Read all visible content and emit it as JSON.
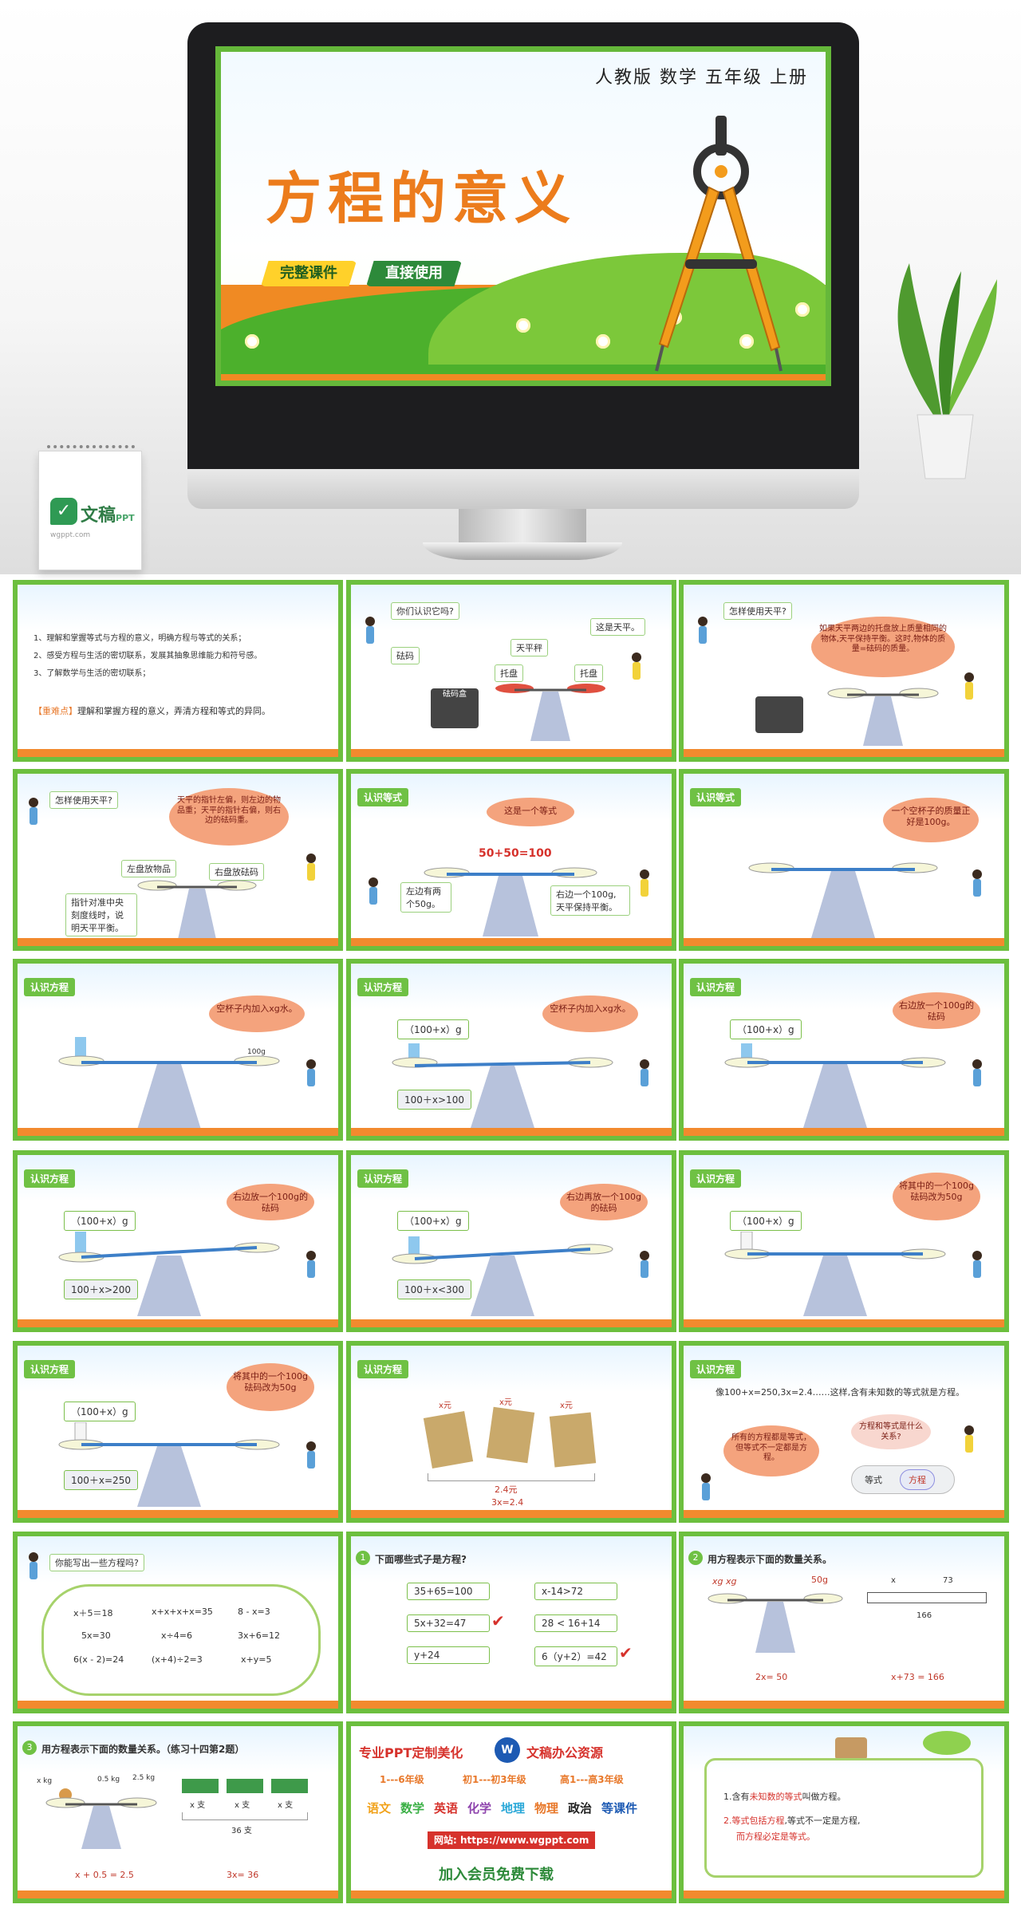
{
  "hero": {
    "subtitle": "人教版  数学  五年级  上册",
    "title": "方程的意义",
    "badge_complete": "完整课件",
    "badge_direct": "直接使用",
    "calendar_brand": "文稿",
    "calendar_brand_suffix": "PPT",
    "calendar_url": "wgppt.com"
  },
  "slides": {
    "s1": {
      "goal1": "1、理解和掌握等式与方程的意义，明确方程与等式的关系；",
      "goal2": "2、感受方程与生活的密切联系，发展其抽象思维能力和符号感。",
      "goal3": "3、了解数学与生活的密切联系；",
      "key_label": "【重难点】",
      "key_text": "理解和掌握方程的意义，弄清方程和等式的异同。"
    },
    "s2": {
      "question": "你们认识它吗?",
      "answer": "这是天平。",
      "weights": "砝码",
      "balance": "天平秤",
      "tray_left": "托盘",
      "tray_right": "托盘",
      "weight_box": "砝码盒"
    },
    "s3": {
      "question": "怎样使用天平?",
      "bubble": "如果天平两边的托盘放上质量相同的物体,天平保持平衡。这时,物体的质量=砝码的质量。"
    },
    "s4": {
      "question": "怎样使用天平?",
      "bubble": "天平的指针左偏，则左边的物品重；天平的指针右偏，则右边的砝码重。",
      "left_plate": "左盘放物品",
      "right_plate": "右盘放砝码",
      "pointer_note": "指针对准中央刻度线时，说明天平平衡。"
    },
    "s5": {
      "tag": "认识等式",
      "bubble": "这是一个等式",
      "equation": "50+50=100",
      "left_note": "左边有两个50g。",
      "right_note": "右边一个100g,天平保持平衡。"
    },
    "s6": {
      "tag": "认识等式",
      "bubble": "一个空杯子的质量正好是100g。"
    },
    "s7": {
      "tag": "认识方程",
      "bubble": "空杯子内加入xg水。",
      "weight": "100g"
    },
    "s8": {
      "tag": "认识方程",
      "cup": "（100+x）g",
      "bubble": "空杯子内加入xg水。",
      "result": "100＋x>100"
    },
    "s9": {
      "tag": "认识方程",
      "cup": "（100+x）g",
      "bubble": "右边放一个100g的砝码"
    },
    "s10": {
      "tag": "认识方程",
      "cup": "（100+x）g",
      "bubble": "右边放一个100g的砝码",
      "result": "100＋x>200"
    },
    "s11": {
      "tag": "认识方程",
      "cup": "（100+x）g",
      "bubble": "右边再放一个100g的砝码",
      "result": "100＋x<300"
    },
    "s12": {
      "tag": "认识方程",
      "cup": "（100+x）g",
      "bubble": "将其中的一个100g砝码改为50g"
    },
    "s13": {
      "tag": "认识方程",
      "cup": "（100+x）g",
      "bubble": "将其中的一个100g砝码改为50g",
      "result": "100＋x=250"
    },
    "s14": {
      "tag": "认识方程",
      "price": "x元",
      "total": "2.4元",
      "equation": "3x=2.4"
    },
    "s15": {
      "tag": "认识方程",
      "statement": "像100+x=250,3x=2.4……这样,含有未知数的等式就是方程。",
      "bubble1": "所有的方程都是等式，但等式不一定都是方程。",
      "bubble2": "方程和等式是什么关系?",
      "circle_outer": "等式",
      "circle_inner": "方程"
    },
    "s16": {
      "question": "你能写出一些方程吗?",
      "rows": [
        [
          "x＋5＝18",
          "x+x+x+x=35",
          "8 - x=3"
        ],
        [
          "5x=30",
          "x÷4=6",
          "3x+6=12"
        ],
        [
          "6(x - 2)=24",
          "(x+4)÷2=3",
          "x+y=5"
        ]
      ]
    },
    "s17": {
      "num": "1",
      "question": "下面哪些式子是方程?",
      "left": [
        "35+65=100",
        "5x+32=47",
        "y+24"
      ],
      "right": [
        "x-14>72",
        "28 < 16+14",
        "6（y+2）=42"
      ]
    },
    "s18": {
      "num": "2",
      "question": "用方程表示下面的数量关系。",
      "label_xg": "xg  xg",
      "label_50": "50g",
      "seg_x": "x",
      "seg_73": "73",
      "seg_total": "166",
      "eq1": "2x= 50",
      "eq2": "x+73 = 166"
    },
    "s19": {
      "num": "3",
      "question": "用方程表示下面的数量关系。（练习十四第2题）",
      "xkg": "x kg",
      "w1": "0.5 kg",
      "w2": "2.5 kg",
      "x_branch": "x 支",
      "total": "36 支",
      "eq1": "x + 0.5 = 2.5",
      "eq2": "3x= 36"
    },
    "s20": {
      "title": "专业PPT定制美化",
      "brand": "文稿办公资源",
      "grades": [
        "1---6年级",
        "初1---初3年级",
        "高1---高3年级"
      ],
      "subjects": [
        "语文",
        "数学",
        "英语",
        "化学",
        "地理",
        "物理",
        "政治",
        "等课件"
      ],
      "site_label": "网站:",
      "site_url": "https://www.wgppt.com",
      "join": "加入会员免费下载"
    },
    "s21": {
      "line1_pre": "1.含有",
      "line1_red": "未知数的等式",
      "line1_post": "叫做方程。",
      "line2_red1": "2.等式包括方程",
      "line2_mid": ",等式不一定是方程,",
      "line2_red2": "而方程必定是等式。"
    }
  }
}
